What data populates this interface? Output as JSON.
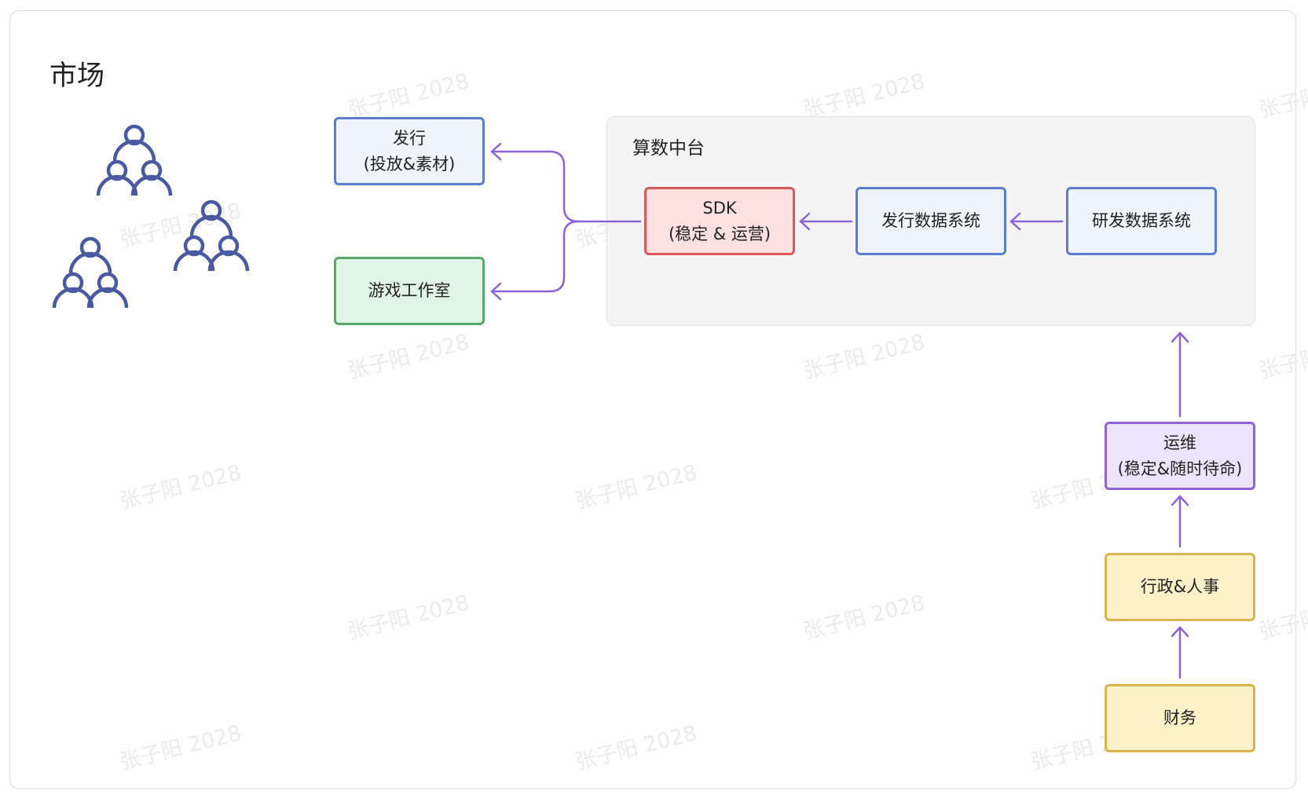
{
  "title": "市场",
  "watermark": "张子阳 2028",
  "colors": {
    "blue_fill": "#eef3fc",
    "blue_border": "#5b7ccf",
    "green_fill": "#e1f5e6",
    "green_border": "#5aa86a",
    "red_fill": "#fde1e1",
    "red_border": "#d9595b",
    "purple_fill": "#ece4fb",
    "purple_border": "#8c64d8",
    "yellow_fill": "#fdf1ca",
    "yellow_border": "#d9b451",
    "arrow": "#8c64d8",
    "people_icon": "#4a5aa0"
  },
  "groups": {
    "platform": {
      "title": "算数中台"
    }
  },
  "nodes": {
    "publishing": {
      "line1": "发行",
      "line2": "(投放&素材)"
    },
    "game_studio": {
      "line1": "游戏工作室"
    },
    "sdk": {
      "line1": "SDK",
      "line2": "(稳定 & 运营)"
    },
    "publishing_data": {
      "line1": "发行数据系统"
    },
    "rnd_data": {
      "line1": "研发数据系统"
    },
    "ops": {
      "line1": "运维",
      "line2": "(稳定&随时待命)"
    },
    "admin_hr": {
      "line1": "行政&人事"
    },
    "finance": {
      "line1": "财务"
    }
  },
  "icons": [
    "people-group-icon",
    "people-group-icon",
    "people-group-icon"
  ]
}
